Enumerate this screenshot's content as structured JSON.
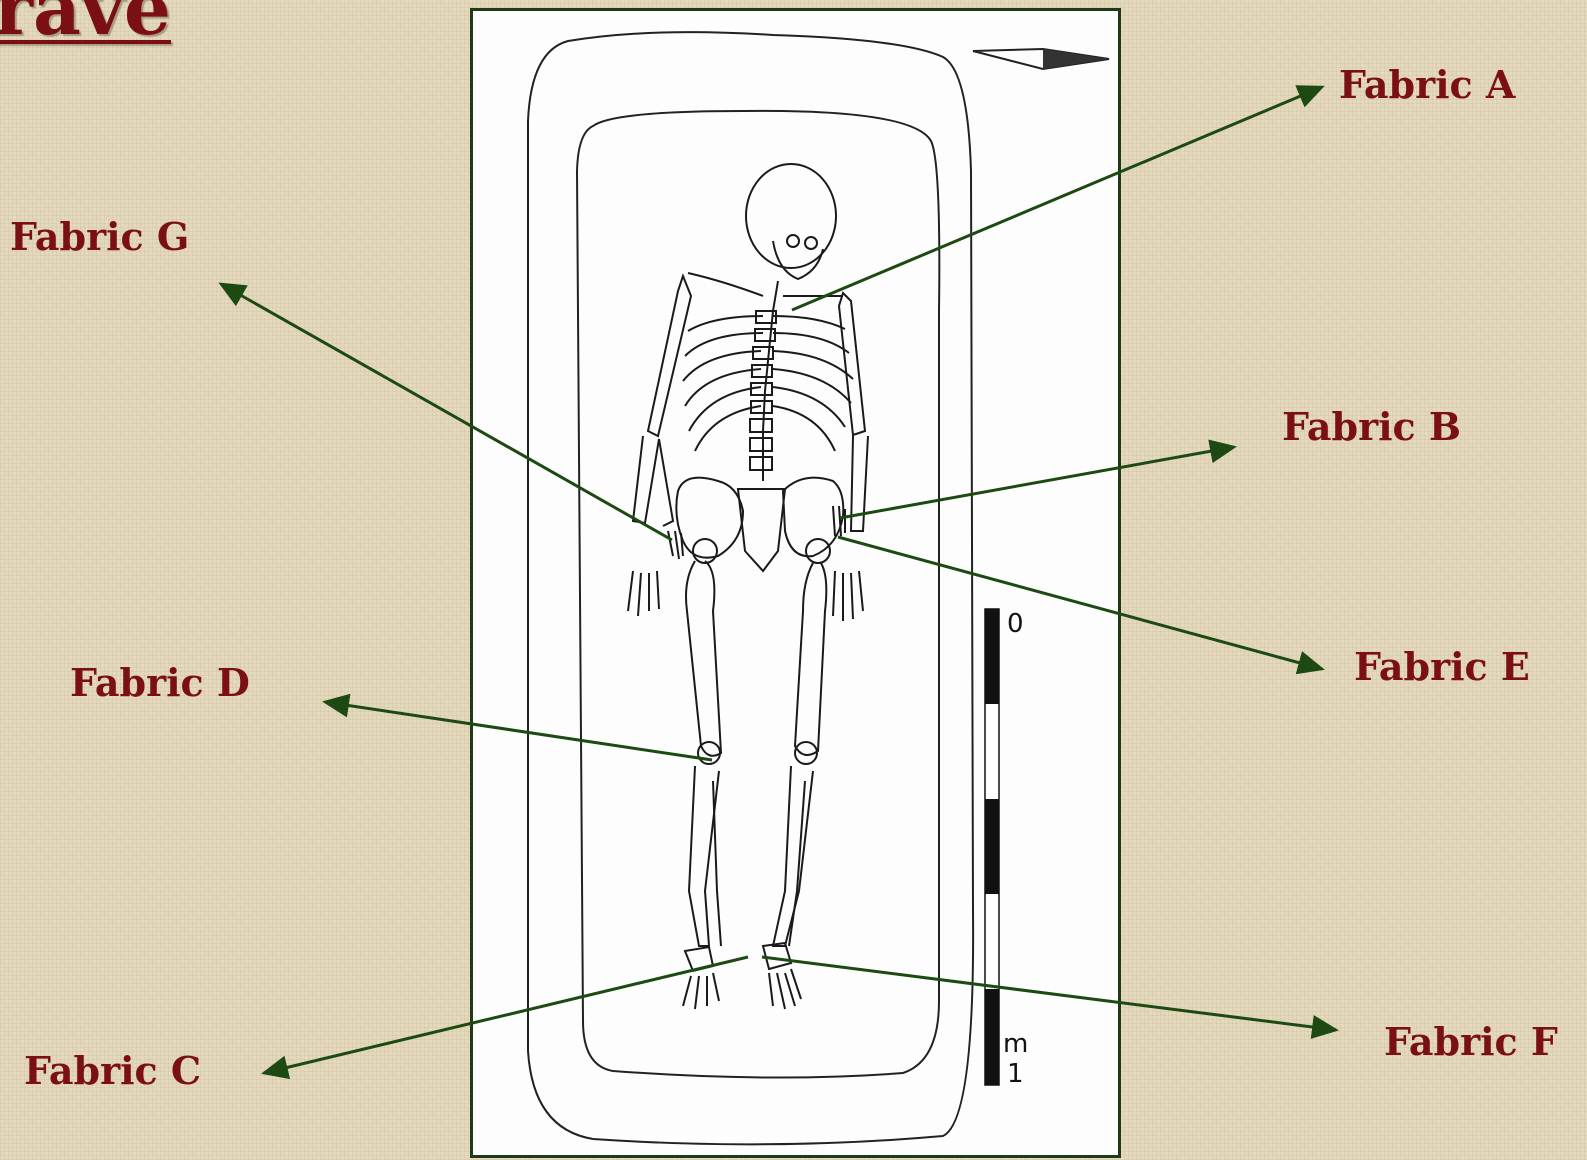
{
  "title": "rave",
  "labels": {
    "fabric_a": "Fabric A",
    "fabric_b": "Fabric B",
    "fabric_c": "Fabric C",
    "fabric_d": "Fabric D",
    "fabric_e": "Fabric E",
    "fabric_f": "Fabric F",
    "fabric_g": "Fabric G"
  },
  "scale": {
    "top": "0",
    "unit": "m",
    "bottom": "1"
  },
  "colors": {
    "label": "#7a0f14",
    "arrow": "#1c4a12",
    "frame": "#1f3a16",
    "background": "#e4d8bb"
  }
}
